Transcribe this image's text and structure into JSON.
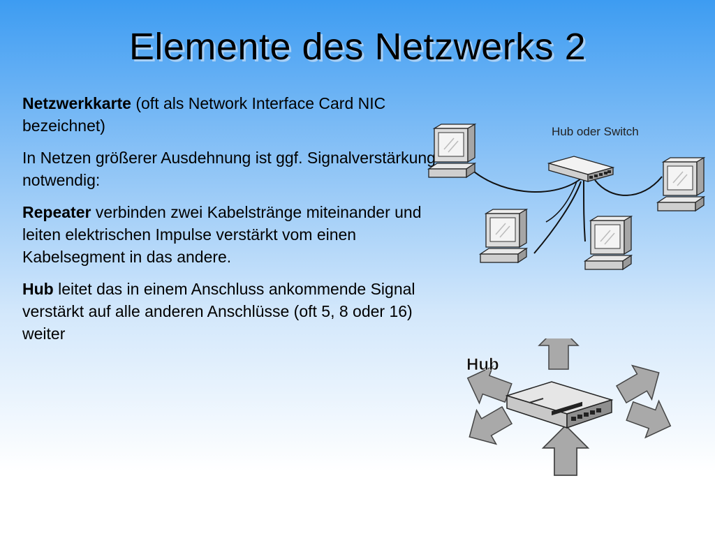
{
  "slide": {
    "title": "Elemente des Netzwerks 2"
  },
  "paragraphs": [
    {
      "bold": "Netzwerkkarte",
      "text": " (oft als Network Interface Card NIC bezeichnet)"
    },
    {
      "bold": "",
      "text": "In Netzen größerer Ausdehnung ist ggf. Signalverstärkung notwendig:"
    },
    {
      "bold": "Repeater",
      "text": " verbinden zwei Kabelstränge miteinander und leiten elektrischen Impulse verstärkt vom einen Kabelsegment in das andere."
    },
    {
      "bold": "Hub",
      "text": " leitet das in einem Anschluss ankommende Signal verstärkt auf alle anderen Anschlüsse (oft 5, 8 oder 16) weiter"
    }
  ],
  "diagram_network": {
    "label": "Hub oder Switch",
    "icons": [
      "computer-icon",
      "computer-icon",
      "computer-icon",
      "computer-icon",
      "hub-icon"
    ]
  },
  "diagram_hub": {
    "label": "Hub",
    "icons": [
      "hub-icon",
      "arrow-icon"
    ]
  }
}
